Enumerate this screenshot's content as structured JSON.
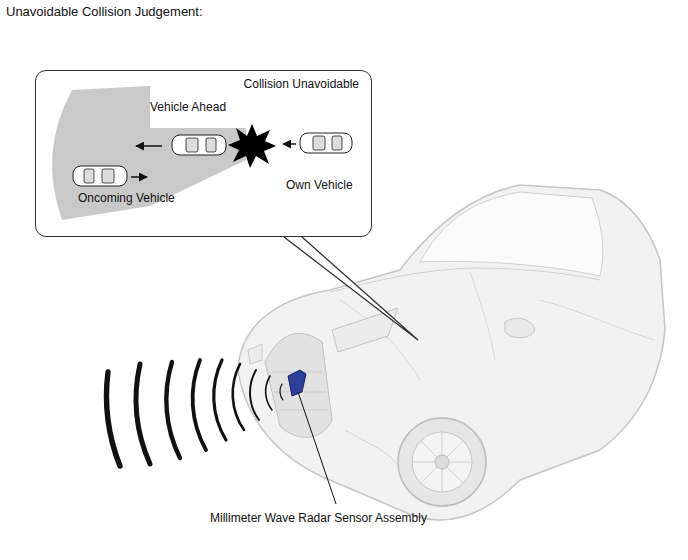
{
  "diagram": {
    "title": "Unavoidable Collision Judgement:",
    "nodes": [
      {
        "text": [
          "Collision Unavoidable"
        ]
      }
    ],
    "labels": [
      "Vehicle Ahead",
      "Oncoming Vehicle",
      "Own Vehicle",
      "Millimeter Wave Radar Sensor Assembly"
    ]
  }
}
